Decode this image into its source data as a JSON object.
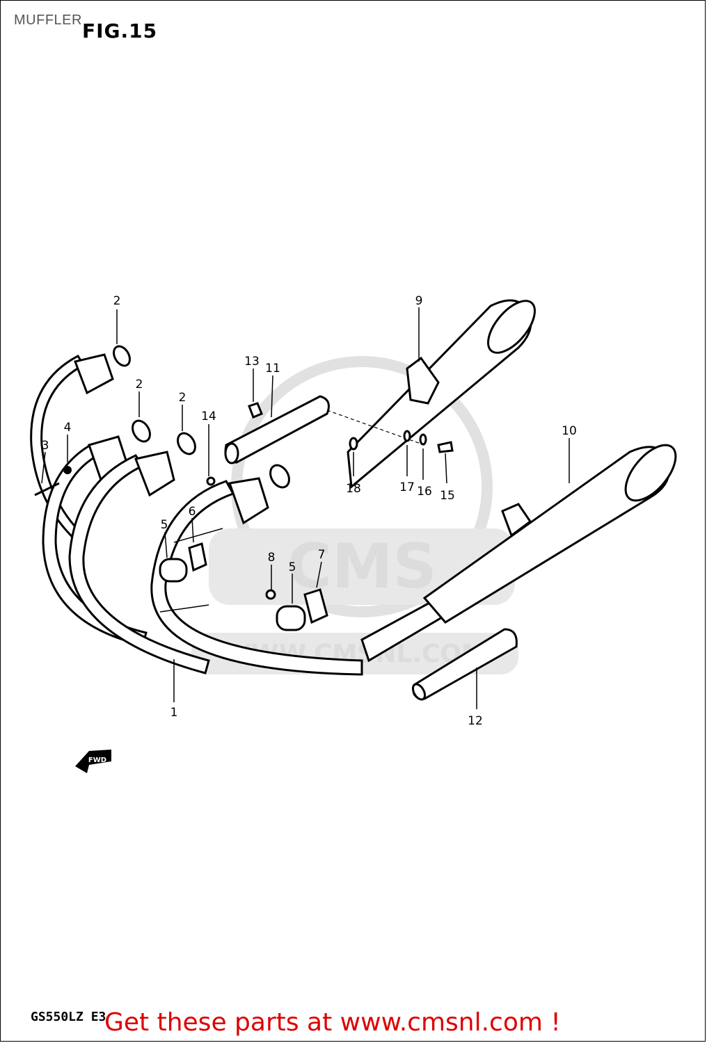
{
  "header": {
    "section": "MUFFLER",
    "figure": "FIG.15"
  },
  "footer": {
    "model": "GS550LZ E3",
    "promo": "Get these parts at www.cmsnl.com !"
  },
  "watermark": {
    "brand": "CMS",
    "url": "WWW.CMSNL.COM"
  },
  "fwd_arrow": "FWD",
  "callouts": {
    "c1": "1",
    "c2a": "2",
    "c2b": "2",
    "c2c": "2",
    "c3": "3",
    "c4": "4",
    "c5a": "5",
    "c5b": "5",
    "c6": "6",
    "c7": "7",
    "c8": "8",
    "c9": "9",
    "c10": "10",
    "c11": "11",
    "c12": "12",
    "c13": "13",
    "c14": "14",
    "c15": "15",
    "c16": "16",
    "c17": "17",
    "c18": "18"
  },
  "colors": {
    "promo_text": "#dd0000",
    "line_art": "#000000",
    "watermark": "#d9d9d9"
  }
}
